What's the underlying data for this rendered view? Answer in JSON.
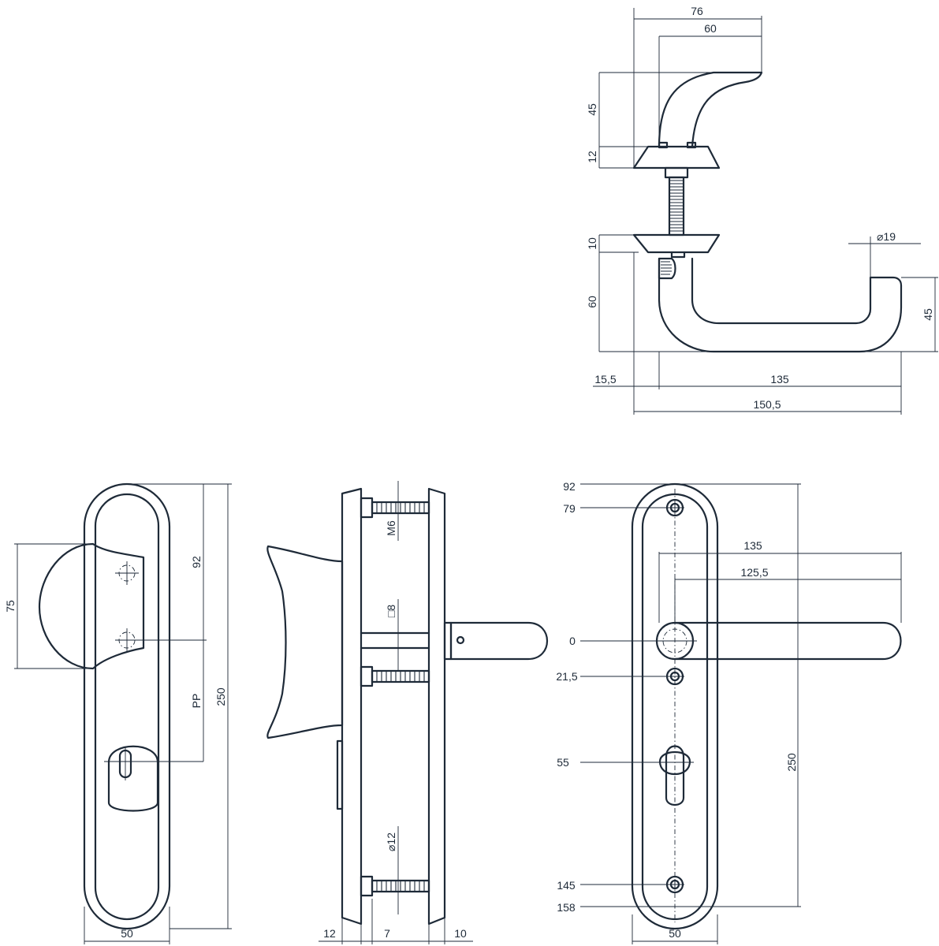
{
  "colors": {
    "line": "#1e2a38",
    "background": "#ffffff"
  },
  "dimensions": {
    "top_view": {
      "width_76": "76",
      "width_60": "60",
      "height_45": "45",
      "height_12": "12",
      "height_10": "10",
      "height_60": "60",
      "diameter_19": "⌀19",
      "depth_45": "45",
      "offset_15_5": "15,5",
      "length_135": "135",
      "length_150_5": "150,5"
    },
    "front_knob_view": {
      "knob_height": "75",
      "distance_92": "92",
      "pp": "PP",
      "total_250": "250",
      "width_50": "50"
    },
    "side_view": {
      "thread": "M6",
      "spindle": "□8",
      "rose_diameter": "⌀12",
      "plate_12": "12",
      "gap_7": "7",
      "plate_10": "10"
    },
    "front_lever_view": {
      "pos_92": "92",
      "pos_79": "79",
      "lever_135": "135",
      "lever_125_5": "125,5",
      "pos_0": "0",
      "pos_21_5": "21,5",
      "pos_55": "55",
      "pos_145": "145",
      "pos_158": "158",
      "total_250": "250",
      "width_50": "50"
    }
  }
}
